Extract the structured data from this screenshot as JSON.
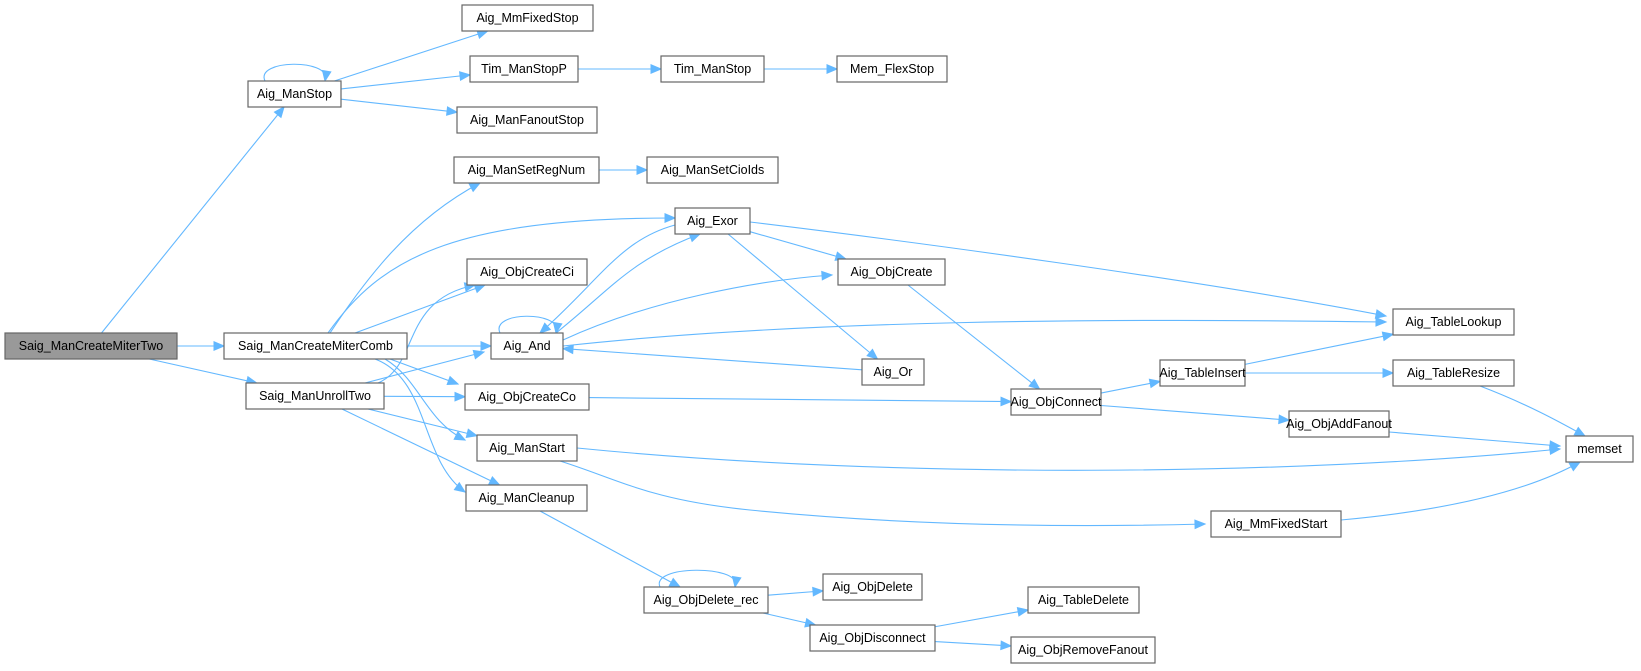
{
  "graph": {
    "title": "Call graph of Saig_ManCreateMiterTwo",
    "colors": {
      "edge": "#63b8ff",
      "node_border": "#666666",
      "root_fill": "#999999",
      "node_fill": "#ffffff"
    },
    "nodes": [
      {
        "id": "Saig_ManCreateMiterTwo",
        "label": "Saig_ManCreateMiterTwo",
        "root": true
      },
      {
        "id": "Aig_ManStop",
        "label": "Aig_ManStop"
      },
      {
        "id": "Aig_MmFixedStop",
        "label": "Aig_MmFixedStop"
      },
      {
        "id": "Tim_ManStopP",
        "label": "Tim_ManStopP"
      },
      {
        "id": "Tim_ManStop",
        "label": "Tim_ManStop"
      },
      {
        "id": "Mem_FlexStop",
        "label": "Mem_FlexStop"
      },
      {
        "id": "Aig_ManFanoutStop",
        "label": "Aig_ManFanoutStop"
      },
      {
        "id": "Aig_ManSetRegNum",
        "label": "Aig_ManSetRegNum"
      },
      {
        "id": "Aig_ManSetCioIds",
        "label": "Aig_ManSetCioIds"
      },
      {
        "id": "Saig_ManCreateMiterComb",
        "label": "Saig_ManCreateMiterComb"
      },
      {
        "id": "Saig_ManUnrollTwo",
        "label": "Saig_ManUnrollTwo"
      },
      {
        "id": "Aig_Exor",
        "label": "Aig_Exor"
      },
      {
        "id": "Aig_ObjCreateCi",
        "label": "Aig_ObjCreateCi"
      },
      {
        "id": "Aig_ObjCreate",
        "label": "Aig_ObjCreate"
      },
      {
        "id": "Aig_And",
        "label": "Aig_And"
      },
      {
        "id": "Aig_Or",
        "label": "Aig_Or"
      },
      {
        "id": "Aig_TableLookup",
        "label": "Aig_TableLookup"
      },
      {
        "id": "Aig_ObjCreateCo",
        "label": "Aig_ObjCreateCo"
      },
      {
        "id": "Aig_ObjConnect",
        "label": "Aig_ObjConnect"
      },
      {
        "id": "Aig_TableInsert",
        "label": "Aig_TableInsert"
      },
      {
        "id": "Aig_TableResize",
        "label": "Aig_TableResize"
      },
      {
        "id": "Aig_ObjAddFanout",
        "label": "Aig_ObjAddFanout"
      },
      {
        "id": "Aig_ManStart",
        "label": "Aig_ManStart"
      },
      {
        "id": "memset",
        "label": "memset"
      },
      {
        "id": "Aig_ManCleanup",
        "label": "Aig_ManCleanup"
      },
      {
        "id": "Aig_MmFixedStart",
        "label": "Aig_MmFixedStart"
      },
      {
        "id": "Aig_ObjDelete_rec",
        "label": "Aig_ObjDelete_rec"
      },
      {
        "id": "Aig_ObjDelete",
        "label": "Aig_ObjDelete"
      },
      {
        "id": "Aig_ObjDisconnect",
        "label": "Aig_ObjDisconnect"
      },
      {
        "id": "Aig_TableDelete",
        "label": "Aig_TableDelete"
      },
      {
        "id": "Aig_ObjRemoveFanout",
        "label": "Aig_ObjRemoveFanout"
      }
    ],
    "edges": [
      [
        "Saig_ManCreateMiterTwo",
        "Aig_ManStop"
      ],
      [
        "Saig_ManCreateMiterTwo",
        "Saig_ManCreateMiterComb"
      ],
      [
        "Saig_ManCreateMiterTwo",
        "Saig_ManUnrollTwo"
      ],
      [
        "Aig_ManStop",
        "Aig_ManStop"
      ],
      [
        "Aig_ManStop",
        "Aig_MmFixedStop"
      ],
      [
        "Aig_ManStop",
        "Tim_ManStopP"
      ],
      [
        "Aig_ManStop",
        "Aig_ManFanoutStop"
      ],
      [
        "Tim_ManStopP",
        "Tim_ManStop"
      ],
      [
        "Tim_ManStop",
        "Mem_FlexStop"
      ],
      [
        "Aig_ManSetRegNum",
        "Aig_ManSetCioIds"
      ],
      [
        "Saig_ManCreateMiterComb",
        "Aig_ManSetRegNum"
      ],
      [
        "Saig_ManCreateMiterComb",
        "Aig_Exor"
      ],
      [
        "Saig_ManCreateMiterComb",
        "Aig_ObjCreateCi"
      ],
      [
        "Saig_ManCreateMiterComb",
        "Aig_And"
      ],
      [
        "Saig_ManCreateMiterComb",
        "Aig_ObjCreateCo"
      ],
      [
        "Saig_ManCreateMiterComb",
        "Aig_ManStart"
      ],
      [
        "Saig_ManCreateMiterComb",
        "Aig_ManCleanup"
      ],
      [
        "Saig_ManUnrollTwo",
        "Aig_ObjCreateCi"
      ],
      [
        "Saig_ManUnrollTwo",
        "Aig_And"
      ],
      [
        "Saig_ManUnrollTwo",
        "Aig_ObjCreateCo"
      ],
      [
        "Saig_ManUnrollTwo",
        "Aig_ManStart"
      ],
      [
        "Saig_ManUnrollTwo",
        "Aig_ManCleanup"
      ],
      [
        "Aig_Exor",
        "Aig_And"
      ],
      [
        "Aig_Exor",
        "Aig_ObjCreate"
      ],
      [
        "Aig_Exor",
        "Aig_Or"
      ],
      [
        "Aig_Exor",
        "Aig_TableLookup"
      ],
      [
        "Aig_And",
        "Aig_And"
      ],
      [
        "Aig_And",
        "Aig_Exor"
      ],
      [
        "Aig_And",
        "Aig_ObjCreate"
      ],
      [
        "Aig_And",
        "Aig_TableLookup"
      ],
      [
        "Aig_Or",
        "Aig_And"
      ],
      [
        "Aig_ObjCreate",
        "Aig_ObjConnect"
      ],
      [
        "Aig_ObjCreateCo",
        "Aig_ObjConnect"
      ],
      [
        "Aig_ObjConnect",
        "Aig_TableInsert"
      ],
      [
        "Aig_ObjConnect",
        "Aig_ObjAddFanout"
      ],
      [
        "Aig_TableInsert",
        "Aig_TableLookup"
      ],
      [
        "Aig_TableInsert",
        "Aig_TableResize"
      ],
      [
        "Aig_TableResize",
        "memset"
      ],
      [
        "Aig_ObjAddFanout",
        "memset"
      ],
      [
        "Aig_ManStart",
        "memset"
      ],
      [
        "Aig_ManStart",
        "Aig_MmFixedStart"
      ],
      [
        "Aig_MmFixedStart",
        "memset"
      ],
      [
        "Aig_ManCleanup",
        "Aig_ObjDelete_rec"
      ],
      [
        "Aig_ObjDelete_rec",
        "Aig_ObjDelete_rec"
      ],
      [
        "Aig_ObjDelete_rec",
        "Aig_ObjDelete"
      ],
      [
        "Aig_ObjDelete_rec",
        "Aig_ObjDisconnect"
      ],
      [
        "Aig_ObjDisconnect",
        "Aig_TableDelete"
      ],
      [
        "Aig_ObjDisconnect",
        "Aig_ObjRemoveFanout"
      ]
    ]
  }
}
